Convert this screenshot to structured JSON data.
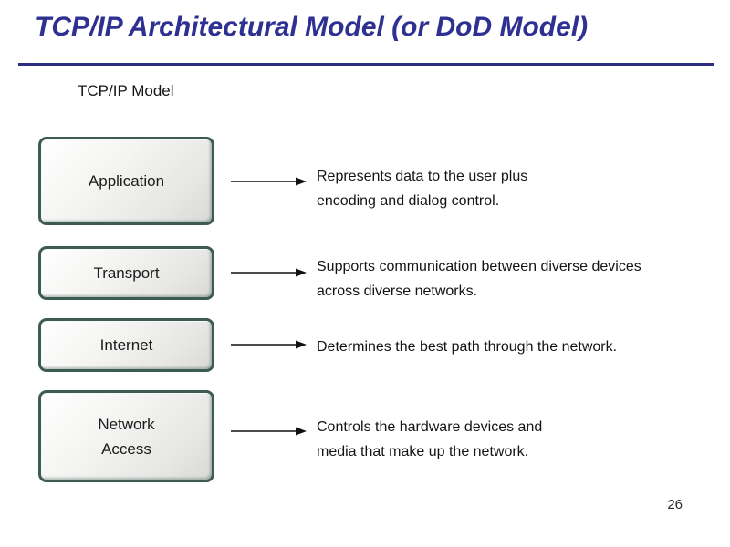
{
  "title": "TCP/IP Architectural Model (or DoD Model)",
  "page_number": "26",
  "colors": {
    "title_navy": "#2e3192",
    "divider_navy": "#2d2e7f",
    "box_border_teal": "#3d5b53",
    "box_fill_light": "#f4f4f2",
    "box_fill_dark": "#d9d9d7"
  },
  "diagram": {
    "label": "TCP/IP Model",
    "layers": [
      {
        "name": "Application",
        "description": "Represents data to the user plus\nencoding and dialog control."
      },
      {
        "name": "Transport",
        "description": "Supports communication between diverse devices\nacross diverse networks."
      },
      {
        "name": "Internet",
        "description": "Determines the best path through the network."
      },
      {
        "name": "Network\nAccess",
        "description": "Controls the hardware devices and\nmedia that make up the network."
      }
    ]
  }
}
